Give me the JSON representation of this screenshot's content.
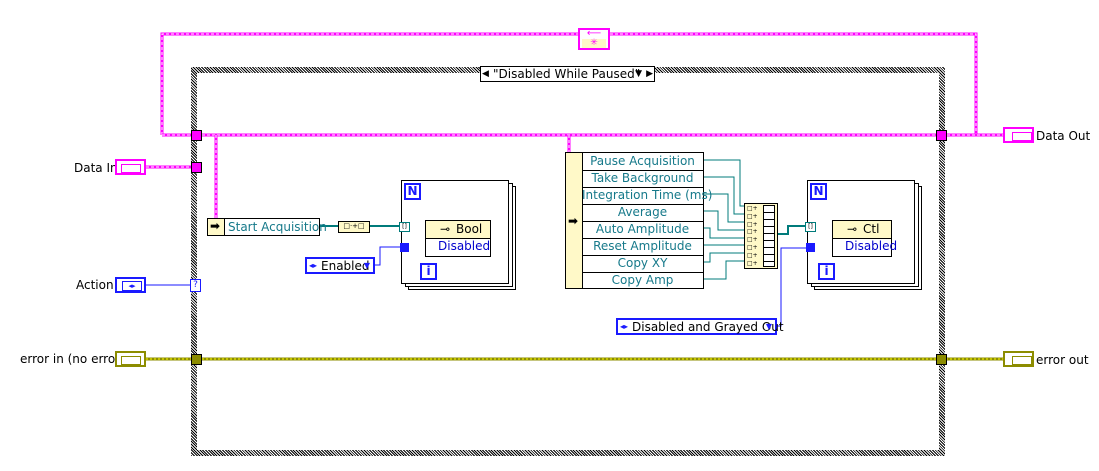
{
  "case_structure": {
    "selector_value": "\"Disabled While Paused\""
  },
  "terminals": {
    "data_in": "Data In",
    "action": "Action",
    "error_in": "error in (no error)",
    "data_out": "Data Out",
    "error_out": "error out"
  },
  "left_ref": {
    "label": "Start Acquisition"
  },
  "right_refs": [
    "Pause Acquisition",
    "Take Background",
    "Integration Time (ms)",
    "Average",
    "Auto Amplitude",
    "Reset Amplitude",
    "Copy XY",
    "Copy Amp"
  ],
  "loop_left": {
    "n_label": "N",
    "i_label": "i",
    "property_class": "Bool",
    "property_name": "Disabled"
  },
  "loop_right": {
    "n_label": "N",
    "i_label": "i",
    "property_class": "Ctl",
    "property_name": "Disabled"
  },
  "enum_constants": {
    "left": "Enabled",
    "right": "Disabled and Grayed Out"
  },
  "colors": {
    "cluster_wire": "#ff00ff",
    "refnum_wire": "#007b7b",
    "enum_wire": "#1a1aff",
    "error_wire": "#8c8c00",
    "property_header": "#fff9c8"
  }
}
